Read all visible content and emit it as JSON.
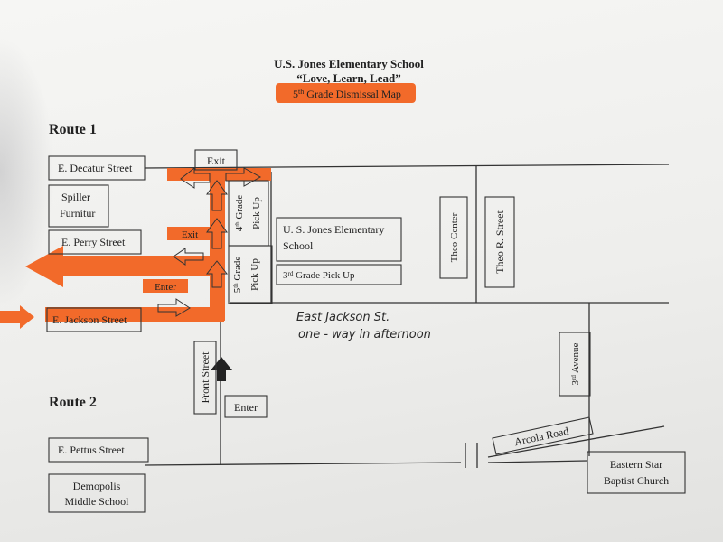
{
  "header": {
    "school_name": "U.S. Jones Elementary School",
    "motto": "“Love, Learn, Lead”",
    "map_title_prefix": "5",
    "map_title_sup": "th",
    "map_title_rest": " Grade Dismissal Map"
  },
  "routes": {
    "route1": "Route 1",
    "route2": "Route 2"
  },
  "streets": {
    "decatur": "E. Decatur Street",
    "perry": "E. Perry Street",
    "jackson": "E. Jackson Street",
    "pettus": "E. Pettus Street",
    "front": "Front Street",
    "theo_r": "Theo R. Street",
    "third_ave_num": "3",
    "third_ave_sup": "rd",
    "third_ave_rest": " Avenue",
    "arcola": "Arcola Road"
  },
  "places": {
    "spiller_line1": "Spiller",
    "spiller_line2": "Furnitur",
    "school_line1": "U. S. Jones Elementary",
    "school_line2": "School",
    "grade3_num": "3",
    "grade3_sup": "rd",
    "grade3_rest": " Grade Pick Up",
    "theo_center": "Theo Center",
    "grade4_num": "4",
    "grade4_sup": "th",
    "grade4_rest": " Grade",
    "grade4_line2": "Pick Up",
    "grade5_num": "5",
    "grade5_sup": "th",
    "grade5_rest": " Grade",
    "grade5_line2": "Pick Up",
    "demopolis_line1": "Demopolis",
    "demopolis_line2": "Middle School",
    "church_line1": "Eastern Star",
    "church_line2": "Baptist Church"
  },
  "markers": {
    "exit_top": "Exit",
    "exit_mid": "Exit",
    "enter_mid": "Enter",
    "enter_bottom": "Enter"
  },
  "note": {
    "line1": "East Jackson St.",
    "line2": "one - way in afternoon"
  },
  "colors": {
    "highlight": "#f26a2a",
    "ink": "#222222",
    "paper": "#f2f2f0"
  }
}
